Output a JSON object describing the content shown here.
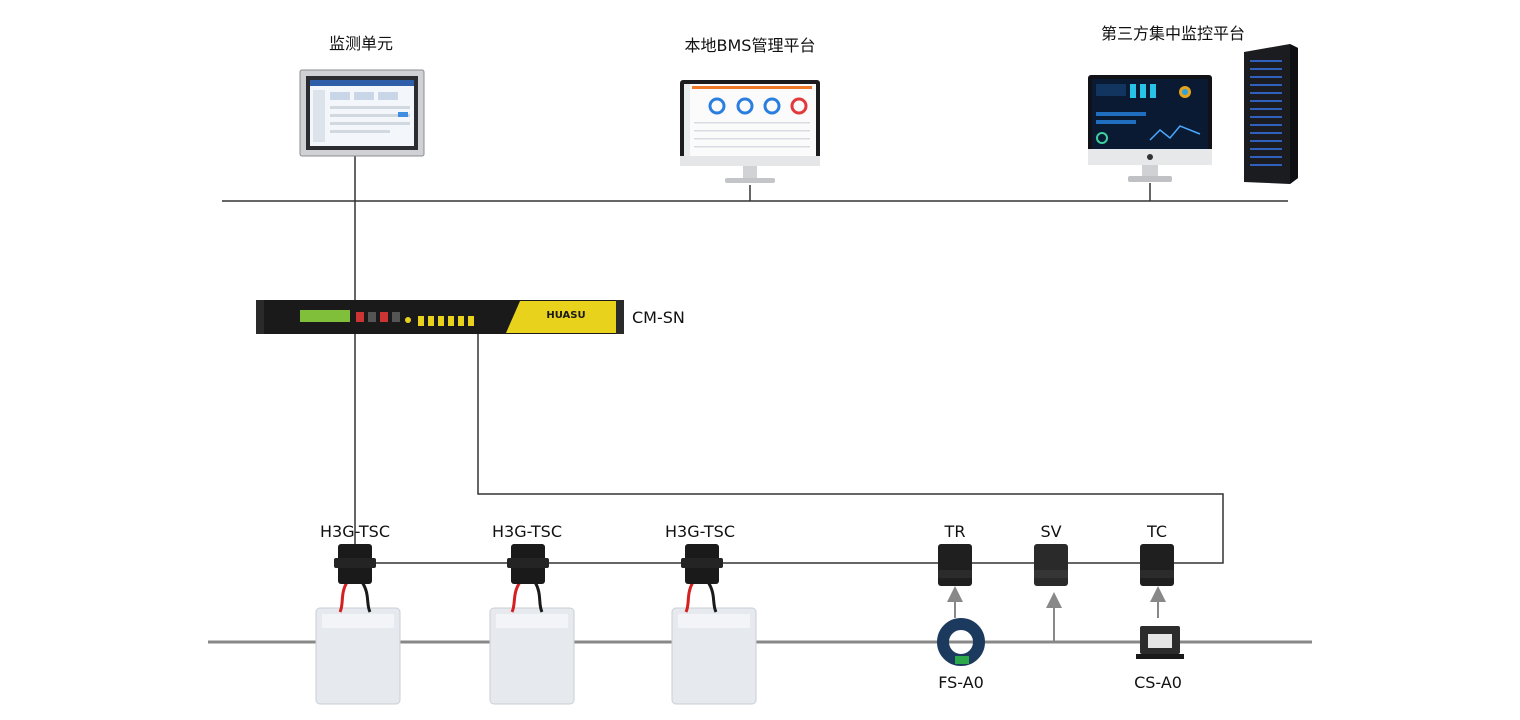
{
  "labels": {
    "monitor_unit": "监测单元",
    "local_bms": "本地BMS管理平台",
    "third_party": "第三方集中监控平台",
    "cm_sn": "CM-SN",
    "sensor_1": "H3G-TSC",
    "sensor_2": "H3G-TSC",
    "sensor_3": "H3G-TSC",
    "tr": "TR",
    "sv": "SV",
    "tc": "TC",
    "fs_a0": "FS-A0",
    "cs_a0": "CS-A0"
  },
  "device_text": {
    "brand": "HUASU"
  },
  "colors": {
    "line": "#333333",
    "busbar": "#888888",
    "accent": "#e8d21c",
    "module": "#1a1a1a",
    "battery": "#e6eaef",
    "lead_red": "#d42020"
  }
}
